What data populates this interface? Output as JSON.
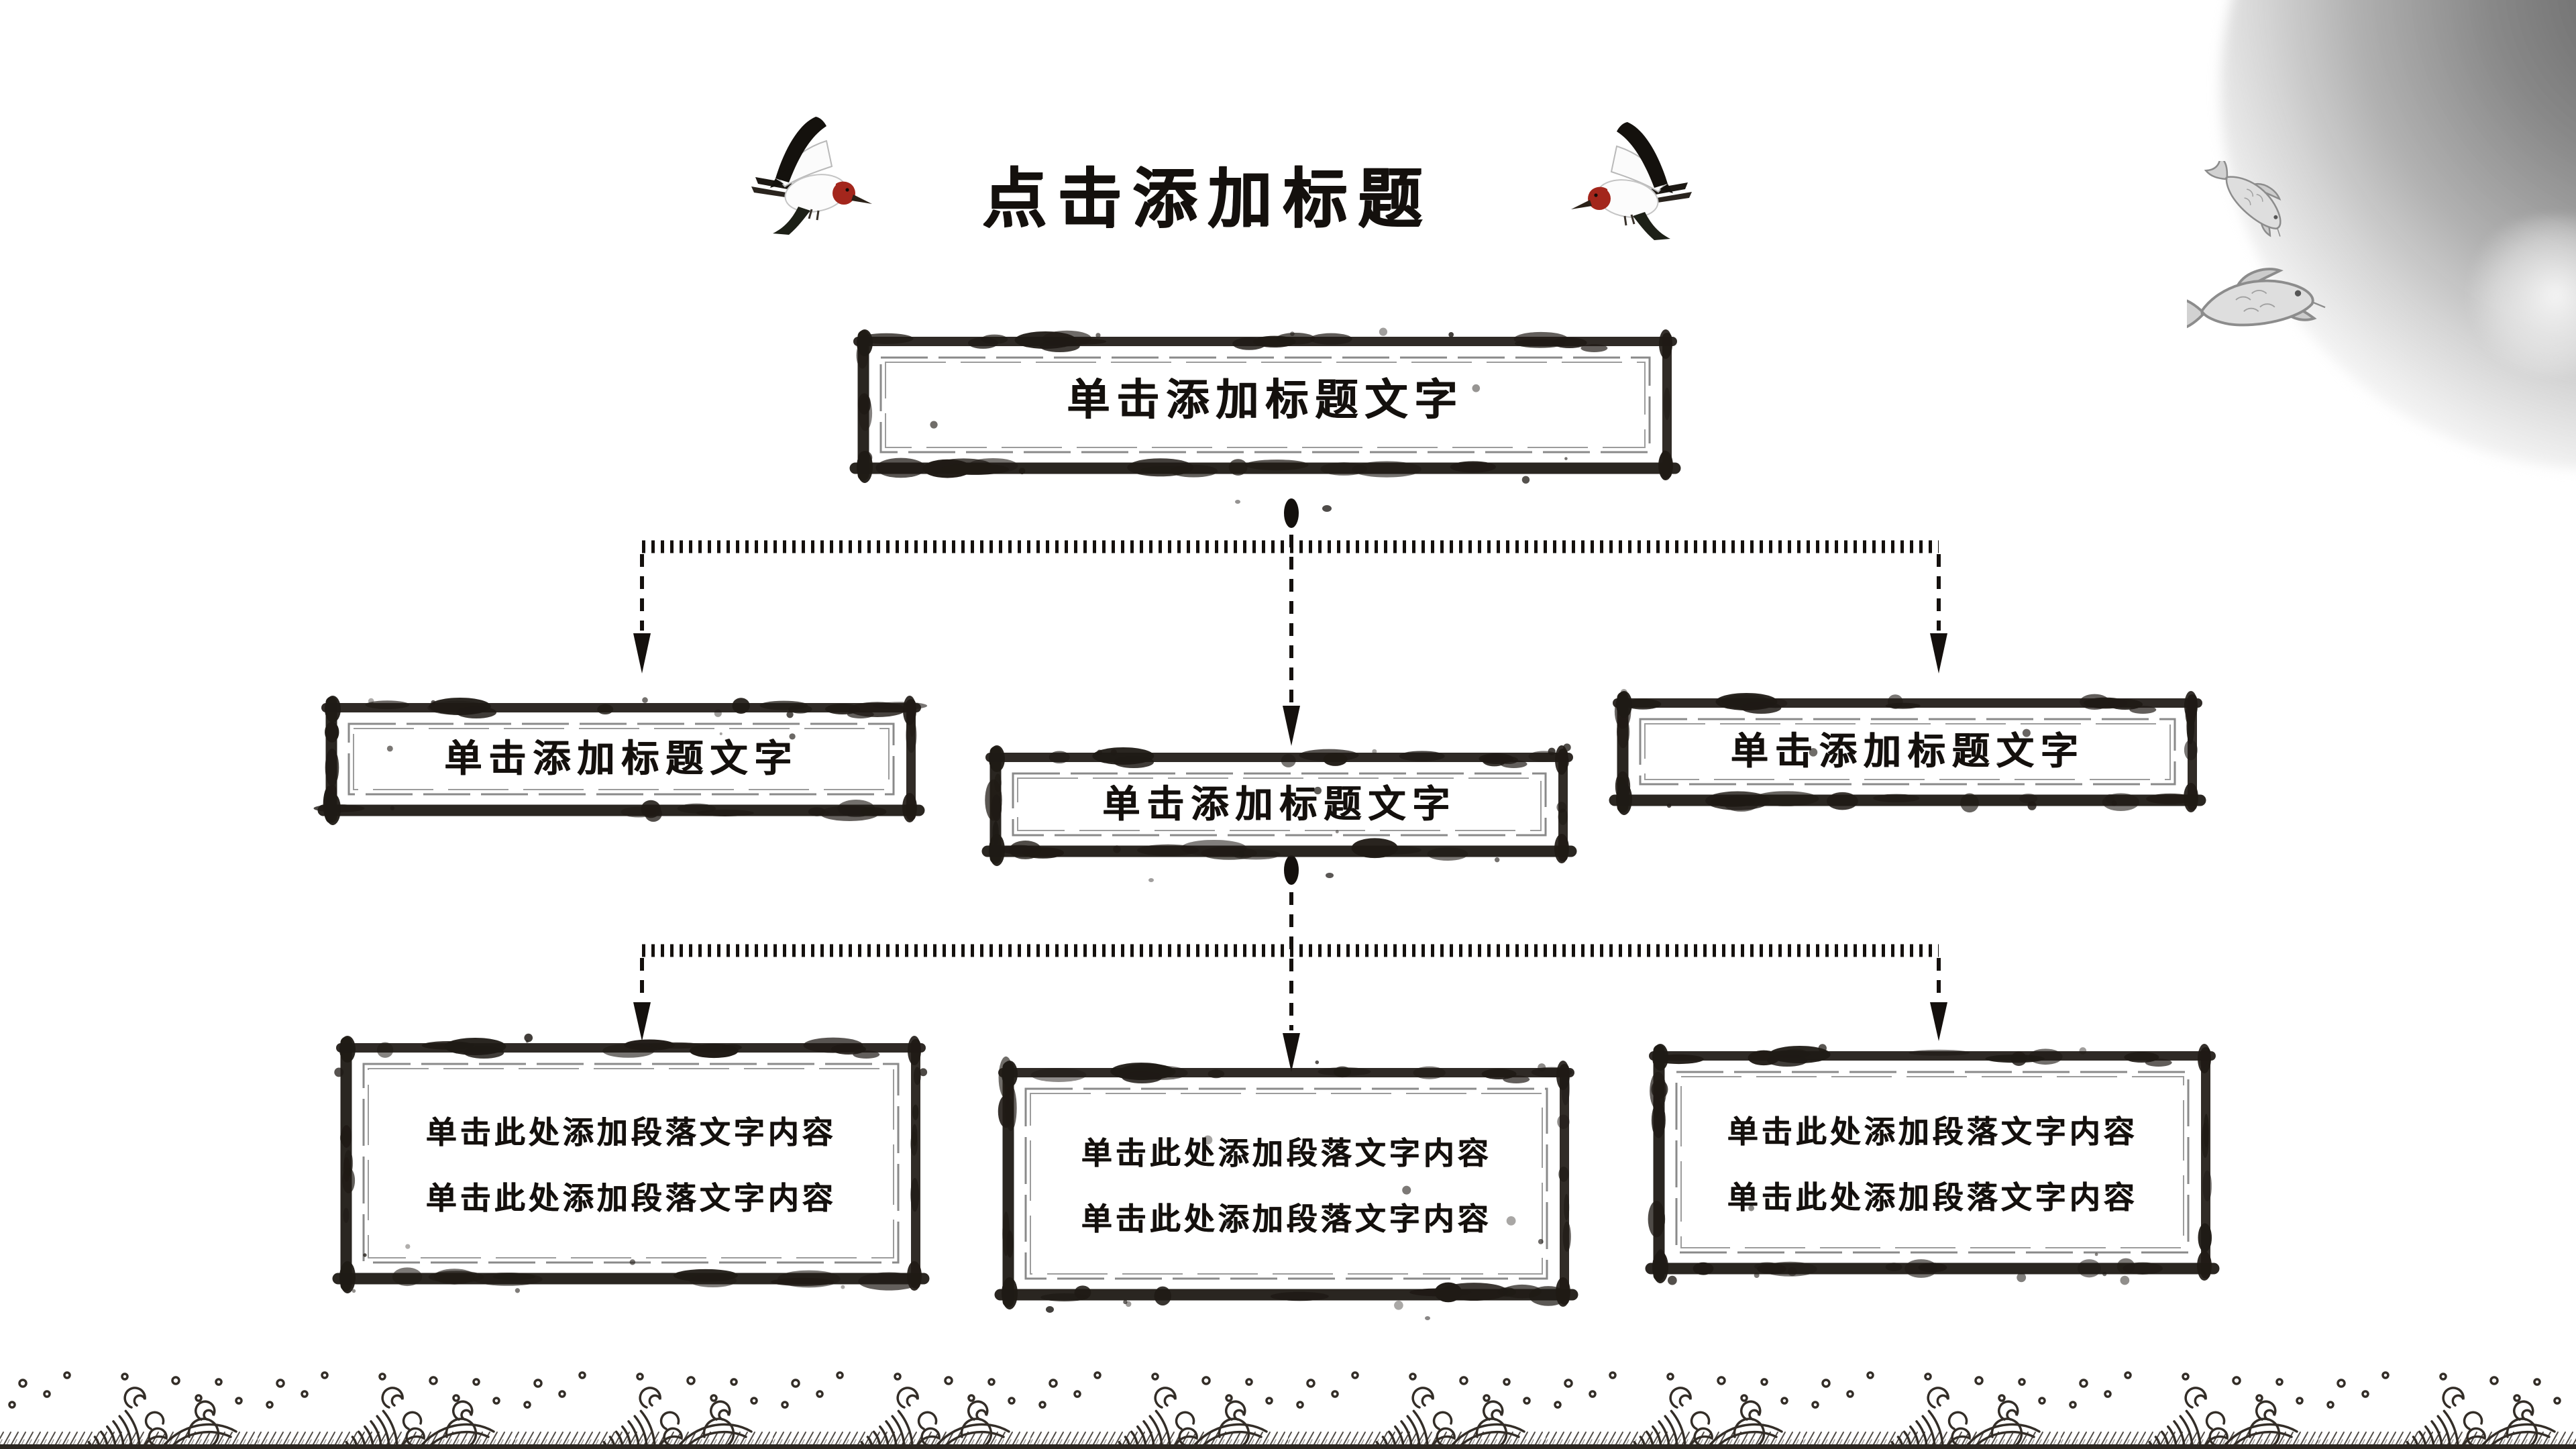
{
  "slide": {
    "title": "点击添加标题",
    "background": "#ffffff",
    "ink_color": "#1f1a15",
    "accent_red": "#a3261c",
    "wave_line_color": "#332d27",
    "koi_gray": "#8c8c8c"
  },
  "diagram": {
    "root": {
      "label": "单击添加标题文字"
    },
    "level2": [
      {
        "label": "单击添加标题文字"
      },
      {
        "label": "单击添加标题文字"
      },
      {
        "label": "单击添加标题文字"
      }
    ],
    "level3": [
      {
        "lines": [
          "单击此处添加段落文字内容",
          "单击此处添加段落文字内容"
        ]
      },
      {
        "lines": [
          "单击此处添加段落文字内容",
          "单击此处添加段落文字内容"
        ]
      },
      {
        "lines": [
          "单击此处添加段落文字内容",
          "单击此处添加段落文字内容"
        ]
      }
    ]
  },
  "decorations": {
    "icons": [
      "flying-bird-icon",
      "koi-fish-icon",
      "ink-cloud",
      "wave-border"
    ]
  }
}
